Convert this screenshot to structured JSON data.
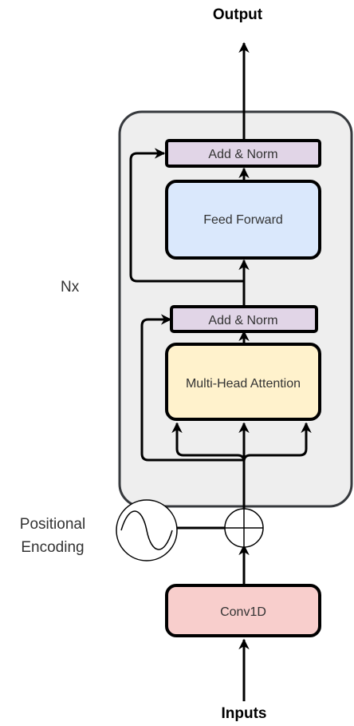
{
  "labels": {
    "output": "Output",
    "inputs": "Inputs",
    "nx": "Nx",
    "positional_line1": "Positional",
    "positional_line2": "Encoding"
  },
  "blocks": {
    "add_norm_top": "Add & Norm",
    "feed_forward": "Feed Forward",
    "add_norm_bottom": "Add & Norm",
    "multi_head_attention": "Multi-Head Attention",
    "conv1d": "Conv1D"
  },
  "colors": {
    "add_norm": "#e1d5e7",
    "feed_forward": "#dae8fc",
    "attention": "#fff2cc",
    "conv1d": "#f8cecc",
    "encoder_bg": "#eeeeee",
    "encoder_border": "#36393d",
    "stroke": "#000000"
  }
}
